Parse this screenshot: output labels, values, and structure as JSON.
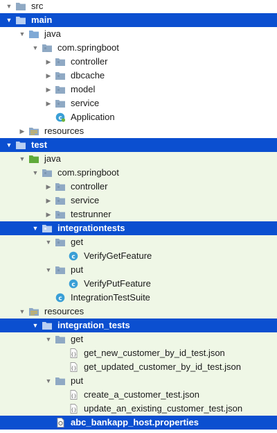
{
  "tree": [
    {
      "label": "src",
      "depth": 0,
      "arrow": "open",
      "icon": "folder-icon",
      "bg": "white"
    },
    {
      "label": "main",
      "depth": 0,
      "arrow": "open",
      "icon": "folder-icon",
      "bg": "sel"
    },
    {
      "label": "java",
      "depth": 1,
      "arrow": "open",
      "icon": "source-folder-icon",
      "bg": "white"
    },
    {
      "label": "com.springboot",
      "depth": 2,
      "arrow": "open",
      "icon": "package-icon",
      "bg": "white"
    },
    {
      "label": "controller",
      "depth": 3,
      "arrow": "closed",
      "icon": "package-icon",
      "bg": "white"
    },
    {
      "label": "dbcache",
      "depth": 3,
      "arrow": "closed",
      "icon": "package-icon",
      "bg": "white"
    },
    {
      "label": "model",
      "depth": 3,
      "arrow": "closed",
      "icon": "package-icon",
      "bg": "white"
    },
    {
      "label": "service",
      "depth": 3,
      "arrow": "closed",
      "icon": "package-icon",
      "bg": "white"
    },
    {
      "label": "Application",
      "depth": 3,
      "arrow": "none",
      "icon": "spring-class-icon",
      "bg": "white"
    },
    {
      "label": "resources",
      "depth": 1,
      "arrow": "closed",
      "icon": "resources-folder-icon",
      "bg": "white"
    },
    {
      "label": "test",
      "depth": 0,
      "arrow": "open",
      "icon": "folder-icon",
      "bg": "sel"
    },
    {
      "label": "java",
      "depth": 1,
      "arrow": "open",
      "icon": "test-folder-icon",
      "bg": "green"
    },
    {
      "label": "com.springboot",
      "depth": 2,
      "arrow": "open",
      "icon": "package-icon",
      "bg": "green"
    },
    {
      "label": "controller",
      "depth": 3,
      "arrow": "closed",
      "icon": "package-icon",
      "bg": "green"
    },
    {
      "label": "service",
      "depth": 3,
      "arrow": "closed",
      "icon": "package-icon",
      "bg": "green"
    },
    {
      "label": "testrunner",
      "depth": 3,
      "arrow": "closed",
      "icon": "package-icon",
      "bg": "green"
    },
    {
      "label": "integrationtests",
      "depth": 2,
      "arrow": "open",
      "icon": "package-icon",
      "bg": "sel"
    },
    {
      "label": "get",
      "depth": 3,
      "arrow": "open",
      "icon": "package-icon",
      "bg": "green"
    },
    {
      "label": "VerifyGetFeature",
      "depth": 4,
      "arrow": "none",
      "icon": "class-icon",
      "bg": "green"
    },
    {
      "label": "put",
      "depth": 3,
      "arrow": "open",
      "icon": "package-icon",
      "bg": "green"
    },
    {
      "label": "VerifyPutFeature",
      "depth": 4,
      "arrow": "none",
      "icon": "class-icon",
      "bg": "green"
    },
    {
      "label": "IntegrationTestSuite",
      "depth": 3,
      "arrow": "none",
      "icon": "class-icon",
      "bg": "green"
    },
    {
      "label": "resources",
      "depth": 1,
      "arrow": "open",
      "icon": "test-resources-folder-icon",
      "bg": "green"
    },
    {
      "label": "integration_tests",
      "depth": 2,
      "arrow": "open",
      "icon": "folder-icon",
      "bg": "sel"
    },
    {
      "label": "get",
      "depth": 3,
      "arrow": "open",
      "icon": "folder-icon",
      "bg": "green"
    },
    {
      "label": "get_new_customer_by_id_test.json",
      "depth": 4,
      "arrow": "none",
      "icon": "json-file-icon",
      "bg": "green"
    },
    {
      "label": "get_updated_customer_by_id_test.json",
      "depth": 4,
      "arrow": "none",
      "icon": "json-file-icon",
      "bg": "green"
    },
    {
      "label": "put",
      "depth": 3,
      "arrow": "open",
      "icon": "folder-icon",
      "bg": "green"
    },
    {
      "label": "create_a_customer_test.json",
      "depth": 4,
      "arrow": "none",
      "icon": "json-file-icon",
      "bg": "green"
    },
    {
      "label": "update_an_existing_customer_test.json",
      "depth": 4,
      "arrow": "none",
      "icon": "json-file-icon",
      "bg": "green"
    },
    {
      "label": "abc_bankapp_host.properties",
      "depth": 3,
      "arrow": "none",
      "icon": "properties-file-icon",
      "bg": "sel"
    }
  ],
  "colors": {
    "selection": "#0b4fd0",
    "test_bg": "#eff7e6",
    "folder": "#8fa9c4",
    "test_folder": "#5faa3a",
    "class_icon": "#3a9fd6"
  }
}
